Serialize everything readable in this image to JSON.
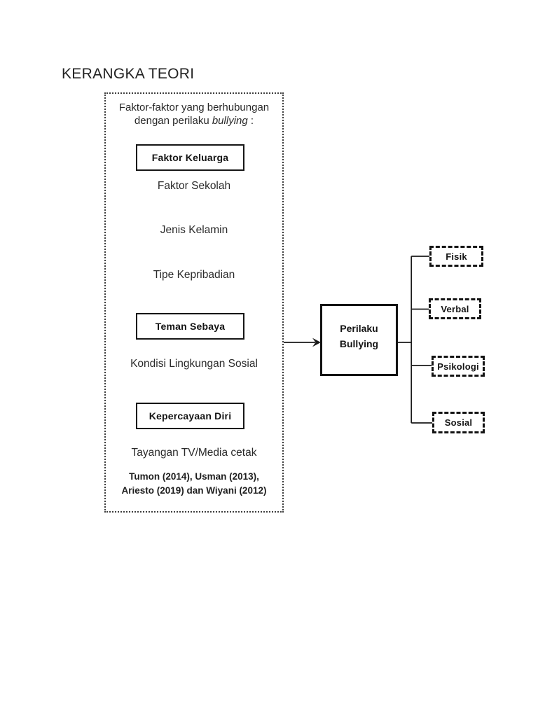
{
  "page": {
    "title": "KERANGKA TEORI"
  },
  "framework": {
    "heading": {
      "line1": "Faktor-faktor yang berhubungan",
      "line2_prefix": "dengan perilaku ",
      "line2_italic": "bullying",
      "line2_suffix": " :"
    },
    "factors": [
      {
        "label": "Faktor Keluarga",
        "style": "boxed"
      },
      {
        "label": "Faktor Sekolah",
        "style": "plain"
      },
      {
        "label": "Jenis Kelamin",
        "style": "plain"
      },
      {
        "label": "Tipe Kepribadian",
        "style": "plain"
      },
      {
        "label": "Teman Sebaya",
        "style": "boxed"
      },
      {
        "label": "Kondisi Lingkungan Sosial",
        "style": "plain"
      },
      {
        "label": "Kepercayaan Diri",
        "style": "boxed"
      },
      {
        "label": "Tayangan TV/Media cetak",
        "style": "plain"
      }
    ],
    "citation": {
      "line1": "Tumon (2014), Usman (2013),",
      "line2": "Ariesto (2019) dan Wiyani (2012)"
    },
    "outcome_box": {
      "line1": "Perilaku",
      "line2": "Bullying"
    },
    "bullying_forms": [
      "Fisik",
      "Verbal",
      "Psikologi",
      "Sosial"
    ],
    "colors": {
      "page_bg": "#ffffff",
      "ink": "#1f1f1f",
      "line": "#1a1a1a",
      "border": "#131313"
    }
  }
}
